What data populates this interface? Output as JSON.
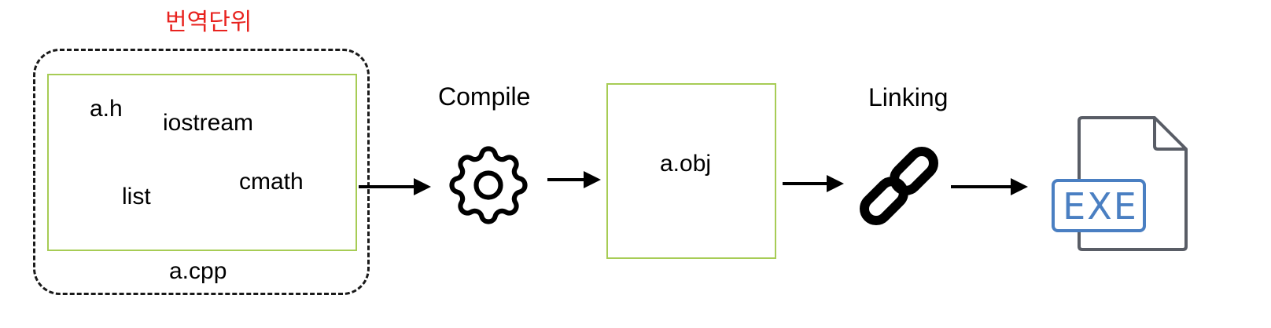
{
  "translation_unit": {
    "title": "번역단위",
    "title_color": "#e8231f",
    "files": [
      "a.h",
      "iostream",
      "cmath",
      "list"
    ],
    "source_file": "a.cpp"
  },
  "steps": {
    "compile": {
      "label": "Compile",
      "icon": "gear-icon"
    },
    "object": {
      "label": "a.obj",
      "border_color": "#a7cc55"
    },
    "linking": {
      "label": "Linking",
      "icon": "chain-link-icon"
    },
    "executable": {
      "icon": "exe-file-icon",
      "badge_text": "EXE",
      "badge_color": "#4a7fc2"
    }
  }
}
